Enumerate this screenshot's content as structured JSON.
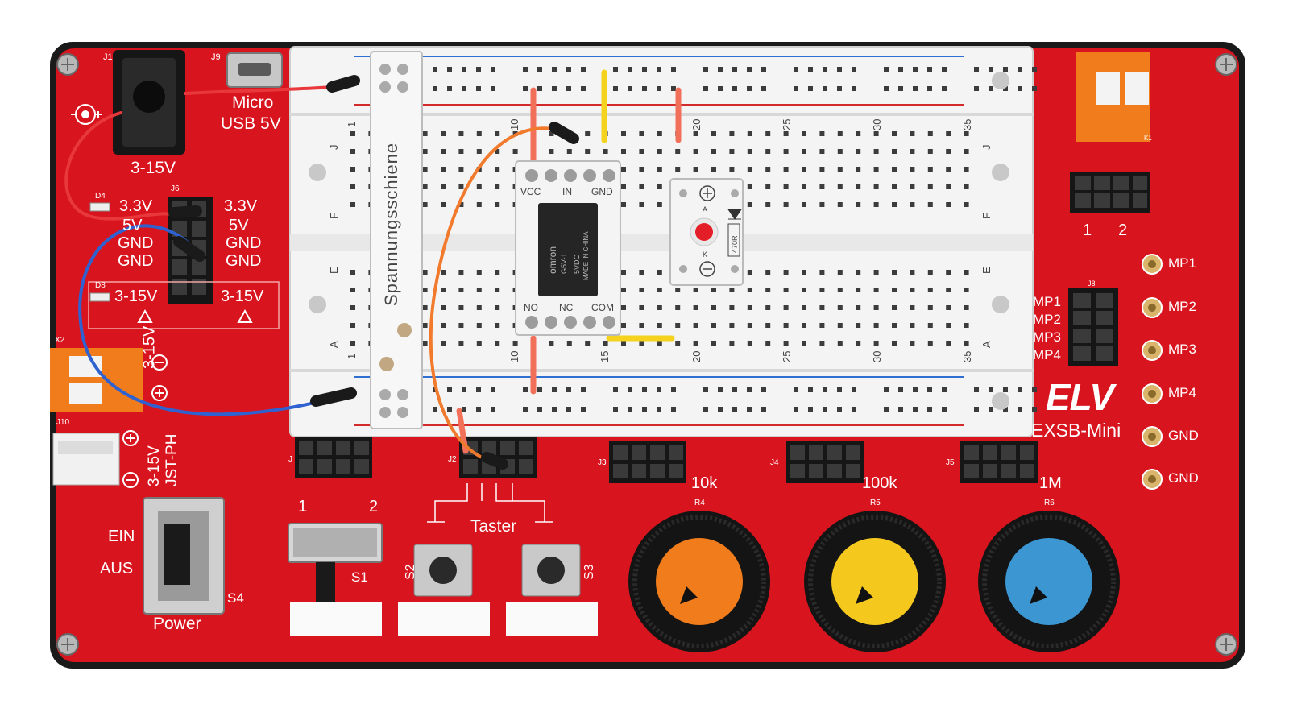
{
  "board": {
    "brand": "ELV",
    "model": "EXSB-Mini",
    "colors": {
      "pcb": "#d8141e",
      "frame": "#1a1a1a",
      "breadboard": "#f4f4f4"
    }
  },
  "power_labels": {
    "j1": "J1",
    "j9": "J9",
    "usb_line1": "Micro",
    "usb_line2": "USB 5V",
    "dc_range": "3-15V",
    "d4": "D4",
    "j6": "J6",
    "d8": "D8",
    "rail_left": [
      "3.3V",
      "5V",
      "GND",
      "GND"
    ],
    "rail_right": [
      "3.3V",
      "5V",
      "GND",
      "GND"
    ],
    "range_left": "3-15V",
    "range_right": "3-15V"
  },
  "terminal_x2": {
    "ref": "X2",
    "range": "3-15V"
  },
  "jst": {
    "ref": "J10",
    "line1": "3-15V",
    "line2": "JST-PH"
  },
  "power_switch": {
    "on": "EIN",
    "off": "AUS",
    "ref": "S4",
    "label": "Power"
  },
  "rail_module": {
    "label": "Spannungsschiene"
  },
  "breadboard": {
    "cols": [
      "1",
      "10",
      "15",
      "20",
      "25",
      "30",
      "35"
    ],
    "rows": [
      "J",
      "F",
      "E",
      "A"
    ]
  },
  "relay_module": {
    "top_pins": [
      "VCC",
      "IN",
      "GND"
    ],
    "bottom_pins": [
      "NO",
      "NC",
      "COM"
    ],
    "brand": "omron",
    "part": "G5V-1",
    "voltage": "5VDC",
    "origin": "MADE IN CHINA"
  },
  "led_module": {
    "resistor": "470R",
    "anode": "A",
    "cathode": "K"
  },
  "connectors": {
    "j1_bottom": "J",
    "j2": "J2",
    "j3": "J3",
    "j4": "J4",
    "j5": "J5",
    "j8": "J8",
    "k1": "K1",
    "pin1": "1",
    "pin2": "2"
  },
  "measure_points": [
    "MP1",
    "MP2",
    "MP3",
    "MP4"
  ],
  "measure_pads": [
    "MP1",
    "MP2",
    "MP3",
    "MP4",
    "GND",
    "GND"
  ],
  "buttons": {
    "s1": "S1",
    "s2": "S2",
    "s3": "S3",
    "taster": "Taster"
  },
  "pots": [
    {
      "ref": "R4",
      "value": "10k",
      "knob_color": "#f07c1c"
    },
    {
      "ref": "R5",
      "value": "100k",
      "knob_color": "#f5c81e"
    },
    {
      "ref": "R6",
      "value": "1M",
      "knob_color": "#3c96d2"
    }
  ]
}
